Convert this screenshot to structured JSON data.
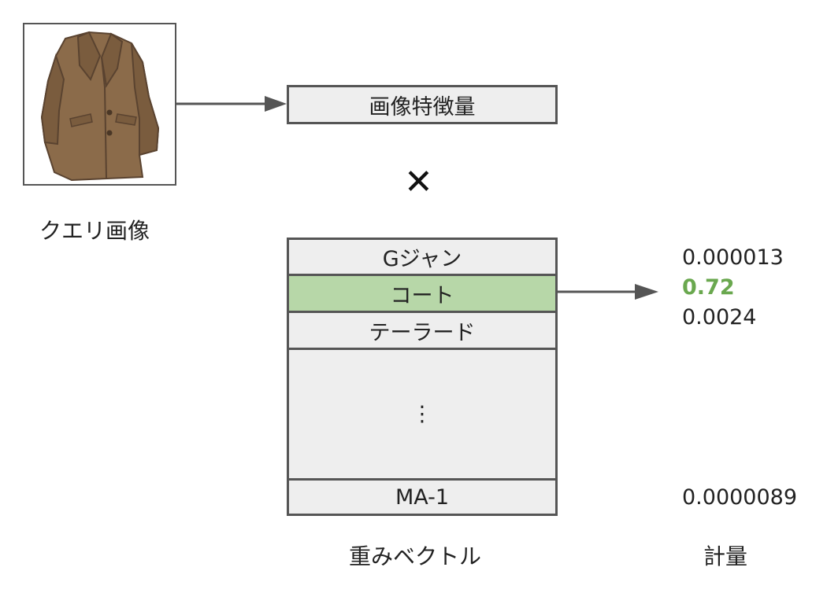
{
  "query": {
    "caption": "クエリ画像",
    "image_icon": "coat-icon"
  },
  "feature_box": {
    "label": "画像特徴量"
  },
  "operator": {
    "symbol": "✕"
  },
  "weight_matrix": {
    "caption": "重みベクトル",
    "rows": [
      "Gジャン",
      "コート",
      "テーラード",
      "⋮",
      "MA-1"
    ],
    "highlight_row": "コート"
  },
  "scores": {
    "caption": "計量",
    "values": [
      "0.000013",
      "0.72",
      "0.0024",
      "0.0000089"
    ],
    "highlight_value": "0.72"
  },
  "colors": {
    "highlight_fill": "#b7d7a8",
    "highlight_text": "#6aa84f",
    "box_fill": "#eeeeee",
    "border": "#555555",
    "coat": "#8b6b4a"
  }
}
